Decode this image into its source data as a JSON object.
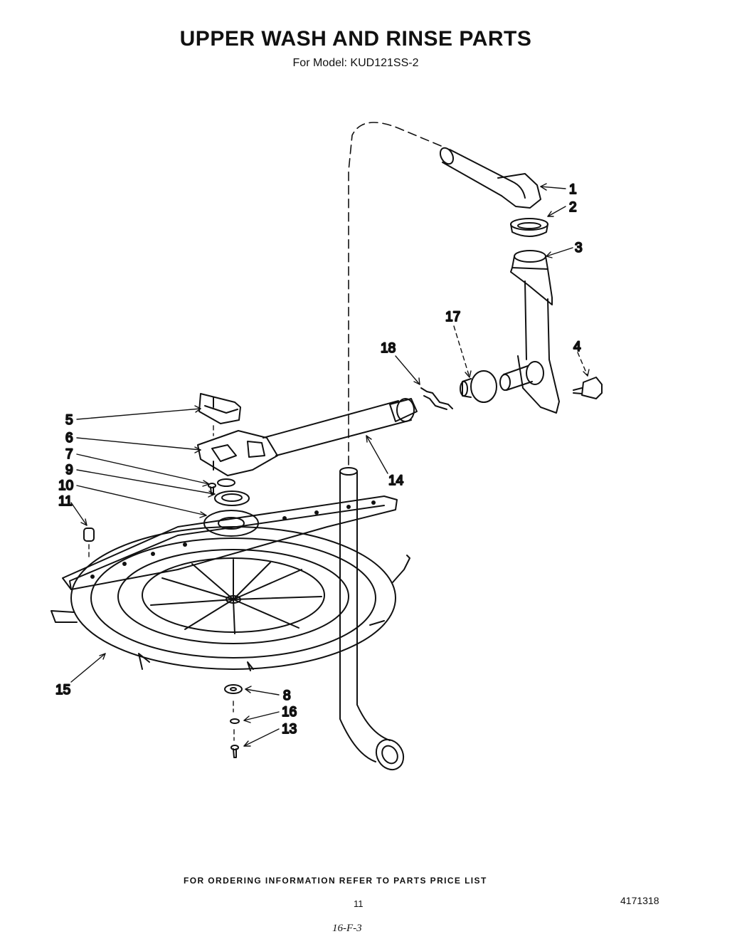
{
  "title": "UPPER WASH AND RINSE PARTS",
  "subtitle": "For Model: KUD121SS-2",
  "footer_note": "FOR ORDERING INFORMATION REFER TO PARTS PRICE LIST",
  "page_number": "11",
  "document_number": "4171318",
  "handwritten_note": "16-F-3",
  "callouts": {
    "c1": "1",
    "c2": "2",
    "c3": "3",
    "c4": "4",
    "c5": "5",
    "c6": "6",
    "c7": "7",
    "c8": "8",
    "c9": "9",
    "c10": "10",
    "c11": "11",
    "c13": "13",
    "c14": "14",
    "c15": "15",
    "c16": "16",
    "c17": "17",
    "c18": "18"
  }
}
